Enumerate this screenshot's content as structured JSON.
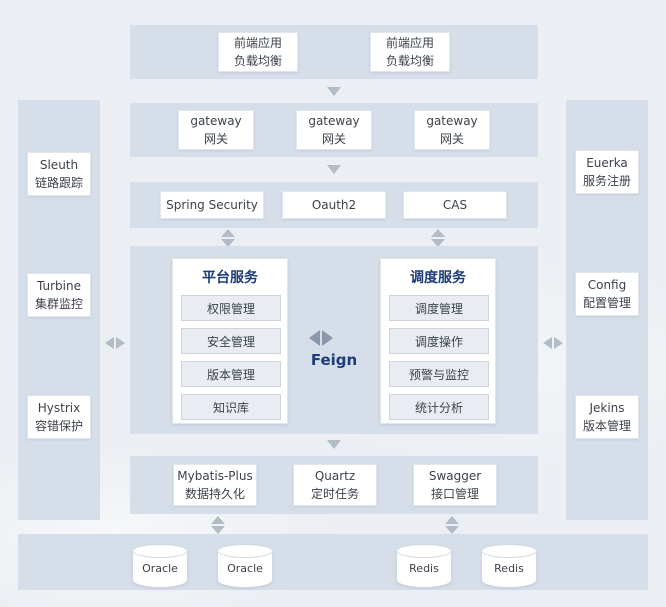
{
  "colors": {
    "background": "#ebeff3",
    "band": "#d6dee9",
    "box": "#ffffff",
    "item_box": "#e9edf3",
    "accent_text": "#1d3d7a",
    "body_text": "#3c424b",
    "arrow": "#b3bbc7",
    "feign_arrow": "#8b97ab"
  },
  "frontend_band": {
    "boxes": [
      "前端应用\n负载均衡",
      "前端应用\n负载均衡"
    ]
  },
  "gateway_band": {
    "boxes": [
      "gateway\n网关",
      "gateway\n网关",
      "gateway\n网关"
    ]
  },
  "auth_band": {
    "boxes": [
      "Spring Security",
      "Oauth2",
      "CAS"
    ]
  },
  "platform_panel": {
    "title": "平台服务",
    "items": [
      "权限管理",
      "安全管理",
      "版本管理",
      "知识库"
    ]
  },
  "dispatch_panel": {
    "title": "调度服务",
    "items": [
      "调度管理",
      "调度操作",
      "预警与监控",
      "统计分析"
    ]
  },
  "feign": {
    "label": "Feign"
  },
  "middleware_band": {
    "boxes": [
      "Mybatis-Plus\n数据持久化",
      "Quartz\n定时任务",
      "Swagger\n接口管理"
    ]
  },
  "database_band": {
    "databases": [
      "Oracle",
      "Oracle",
      "Redis",
      "Redis"
    ]
  },
  "left_sidebar": {
    "items": [
      "Sleuth\n链路跟踪",
      "Turbine\n集群监控",
      "Hystrix\n容错保护"
    ]
  },
  "right_sidebar": {
    "items": [
      "Euerka\n服务注册",
      "Config\n配置管理",
      "Jekins\n版本管理"
    ]
  }
}
